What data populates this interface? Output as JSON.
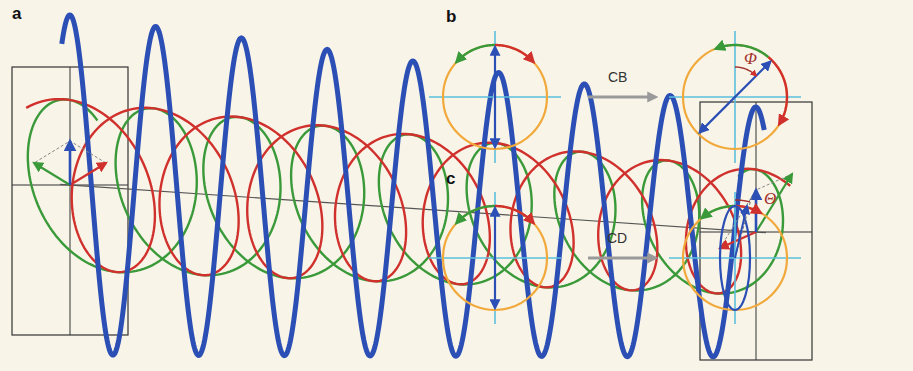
{
  "diagram": {
    "labels": [
      "a",
      "b",
      "CB",
      "Φ",
      "c",
      "CD",
      "Θ"
    ]
  }
}
